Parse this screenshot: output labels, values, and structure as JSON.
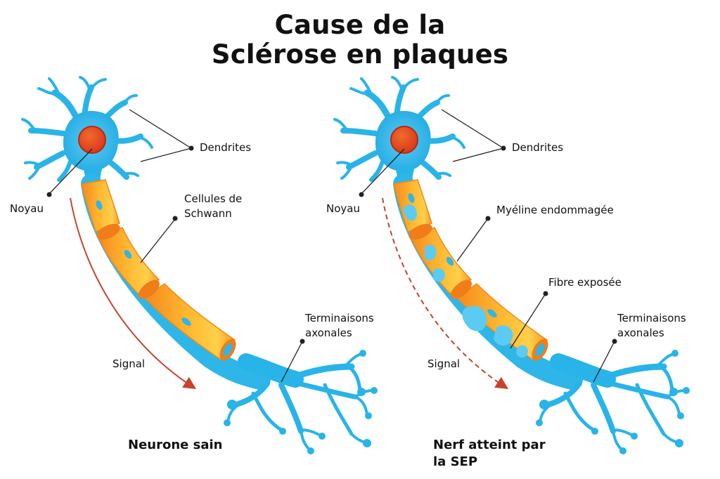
{
  "title": {
    "line1": "Cause de la",
    "line2": "Sclérose en plaques"
  },
  "colors": {
    "cell_blue": "#28B4E8",
    "cell_blue_light": "#8FDDF7",
    "nucleus": "#E8441E",
    "myelin_orange": "#F59A23",
    "myelin_yellow": "#FFC93C",
    "signal_arrow": "#C8432A"
  },
  "healthy": {
    "caption": "Neurone sain",
    "labels": {
      "dendrites": "Dendrites",
      "nucleus": "Noyau",
      "schwann_line1": "Cellules de",
      "schwann_line2": "Schwann",
      "terminals_line1": "Terminaisons",
      "terminals_line2": "axonales",
      "signal": "Signal"
    }
  },
  "ms": {
    "caption_line1": "Nerf atteint par",
    "caption_line2": "la SEP",
    "labels": {
      "dendrites": "Dendrites",
      "nucleus": "Noyau",
      "damaged_myelin": "Myéline endommagée",
      "exposed_fiber": "Fibre exposée",
      "terminals_line1": "Terminaisons",
      "terminals_line2": "axonales",
      "signal": "Signal"
    }
  }
}
